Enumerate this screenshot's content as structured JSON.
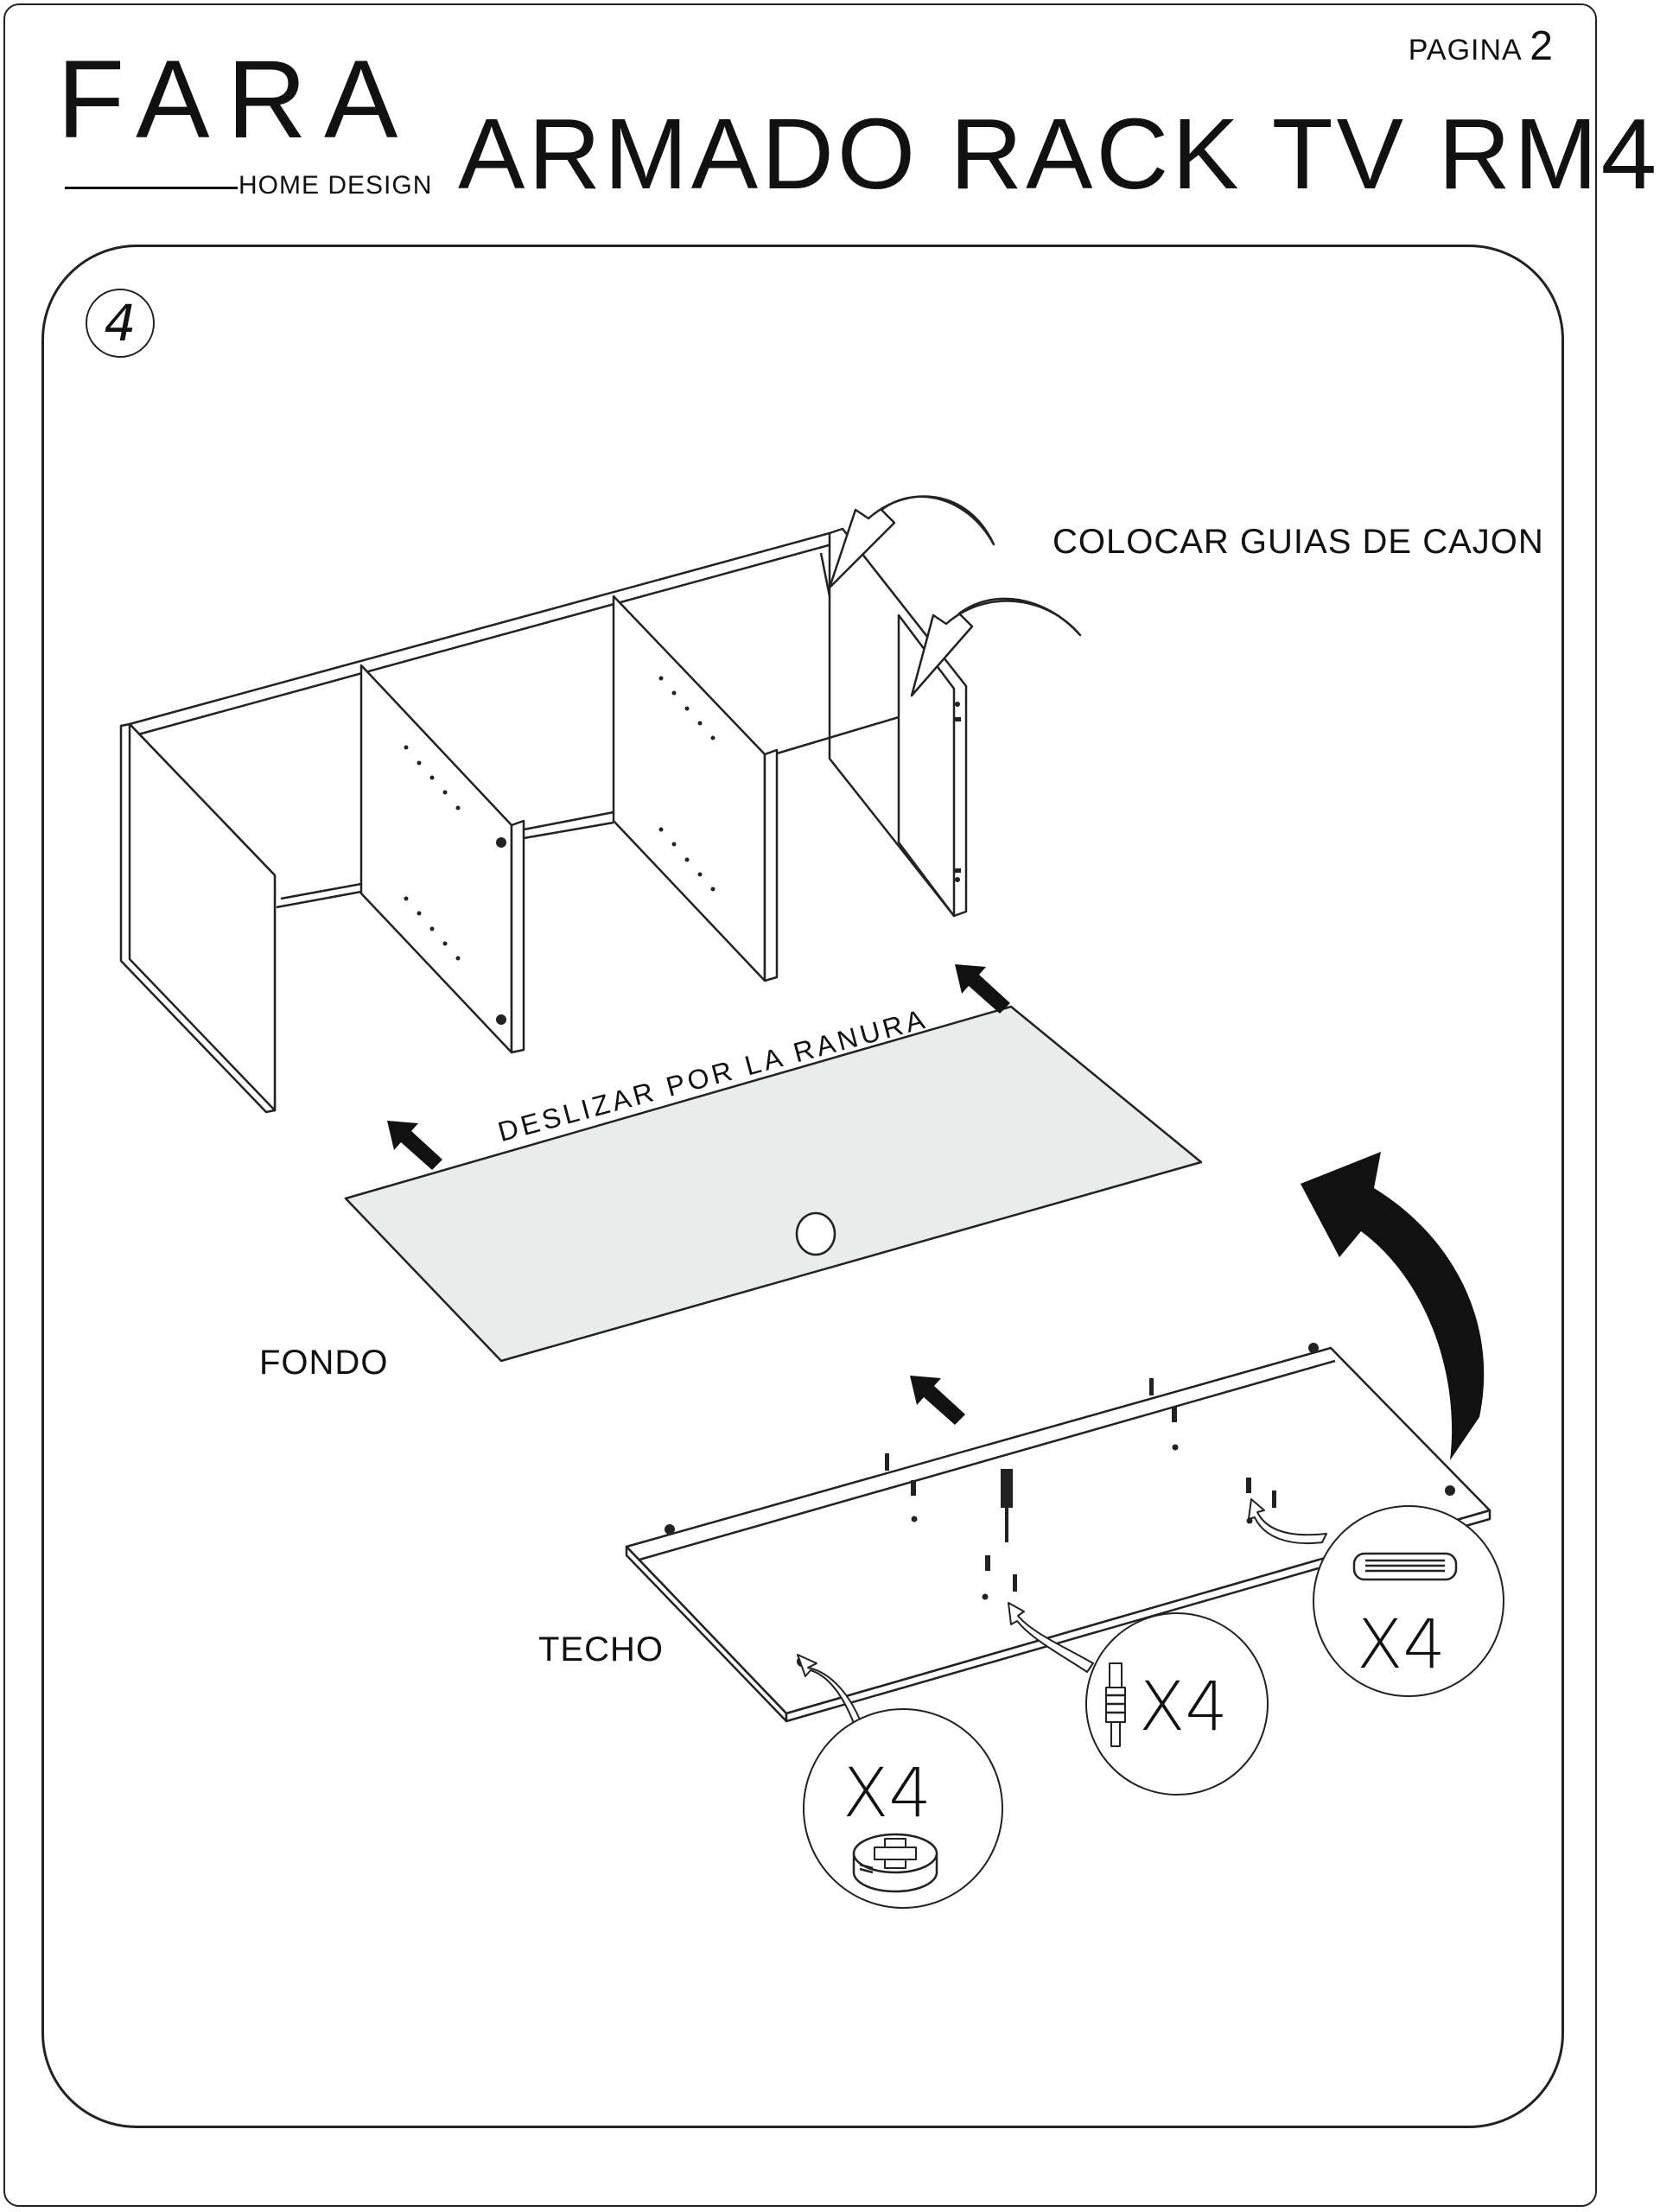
{
  "header": {
    "brand": "FARA",
    "brand_sub": "HOME DESIGN",
    "page_label": "PAGINA",
    "page_number": "2",
    "title": "ARMADO RACK TV RM4"
  },
  "step": {
    "number": "4"
  },
  "labels": {
    "guias": "COLOCAR GUIAS DE CAJON",
    "deslizar": "DESLIZAR POR LA RANURA",
    "fondo": "FONDO",
    "techo": "TECHO"
  },
  "hardware": [
    {
      "name": "eccentric-cam",
      "qty": "X4"
    },
    {
      "name": "cam-bolt",
      "qty": "X4"
    },
    {
      "name": "wood-dowel",
      "qty": "X4"
    }
  ]
}
